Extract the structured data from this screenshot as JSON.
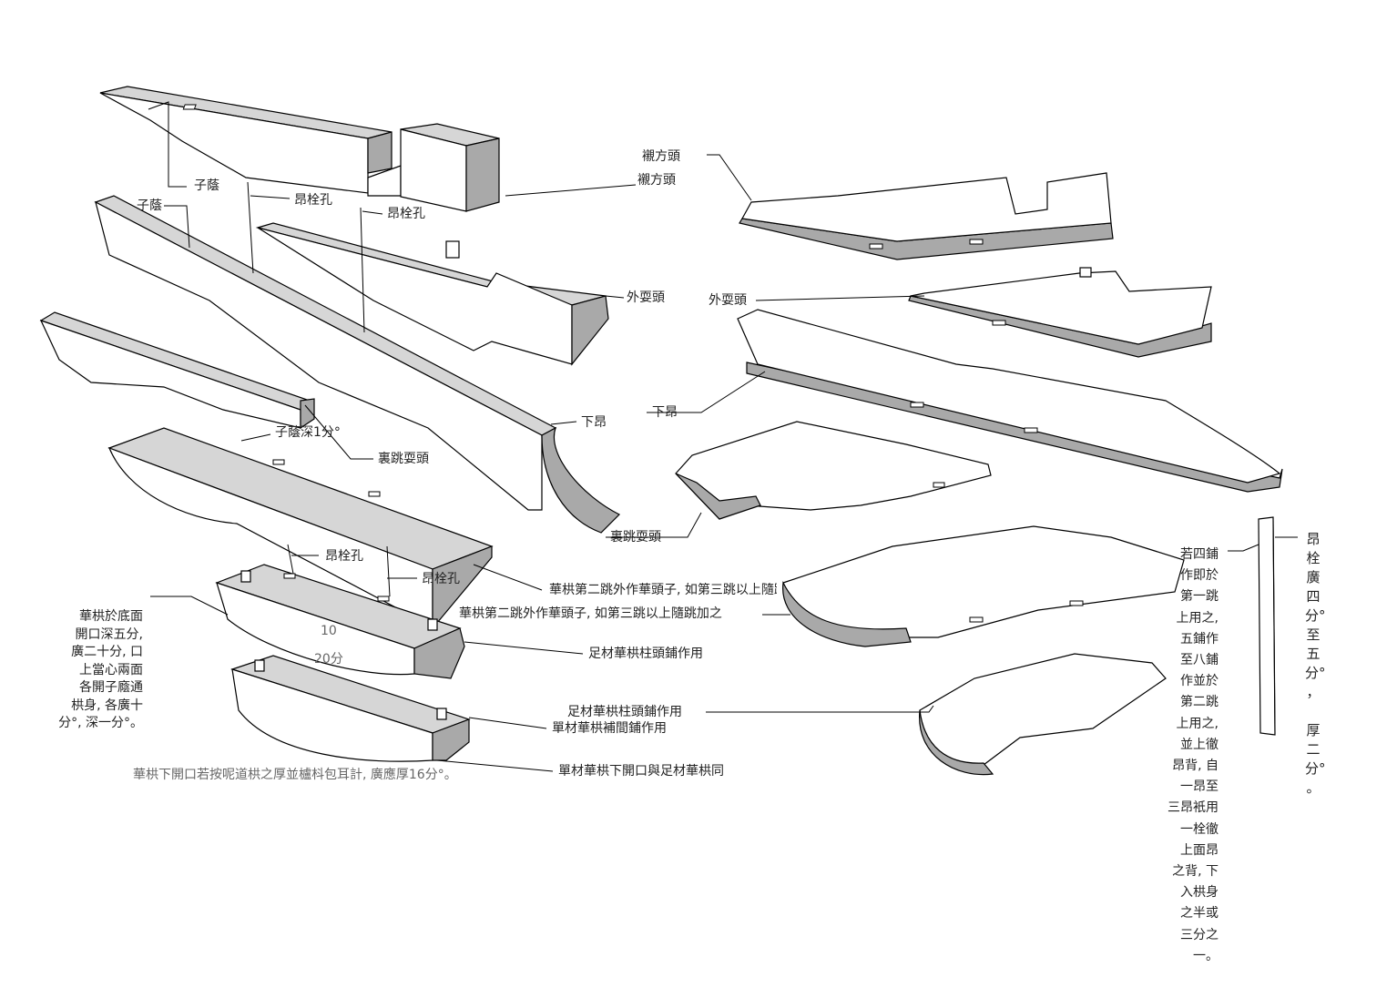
{
  "labels": {
    "zi_yin_1": "子蔭",
    "zi_yin_2": "子蔭",
    "ang_shuan_kong_1": "昂栓孔",
    "ang_shuan_kong_2": "昂栓孔",
    "ang_shuan_kong_3": "昂栓孔",
    "ang_shuan_kong_4": "昂栓孔",
    "chen_fang_tou_1": "襯方頭",
    "chen_fang_tou_2": "襯方頭",
    "wai_shua_tou_1": "外耍頭",
    "wai_shua_tou_2": "外耍頭",
    "xia_ang_1": "下昂",
    "xia_ang_2": "下昂",
    "zi_yin_depth": "子蔭深1分°",
    "li_tiao_shua_tou_1": "裏跳耍頭",
    "li_tiao_shua_tou_2": "裏跳耍頭",
    "hua_tou_zi_1": "華栱第二跳外作華頭子, 如第三跳以上隨跳加之",
    "hua_tou_zi_2": "華栱第二跳外作華頭子, 如第三跳以上隨跳加之",
    "zucai_zhutou_1": "足材華栱柱頭鋪作用",
    "zucai_zhutou_2": "足材華栱柱頭鋪作用",
    "dancai_bujian": "單材華栱補間鋪作用",
    "dancai_opening": "單材華栱下開口與足材華栱同",
    "dim_10": "10",
    "dim_20": "20分",
    "bottom_note": "華栱下開口若按呢道栱之厚並櫨枓包耳計, 廣應厚16分°。"
  },
  "left_note": [
    "華栱於底面",
    "開口深五分,",
    "廣二十分, 口",
    "上當心兩面",
    "各開子廕通",
    "栱身, 各廣十",
    "分°, 深一分°。"
  ],
  "right_note": [
    "若四鋪",
    "作即於",
    "第一跳",
    "上用之,",
    "五鋪作",
    "至八鋪",
    "作並於",
    "第二跳",
    "上用之,",
    "並上徹",
    "昂背, 自",
    "一昂至",
    "三昂衹用",
    "一栓徹",
    "上面昂",
    "之背, 下",
    "入栱身",
    "之半或",
    "三分之",
    "一。"
  ],
  "vertical_note": [
    "昂",
    "栓",
    "廣",
    "四",
    "分°",
    "至",
    "五",
    "分°",
    "，",
    "",
    "厚",
    "二",
    "分°",
    "。"
  ]
}
